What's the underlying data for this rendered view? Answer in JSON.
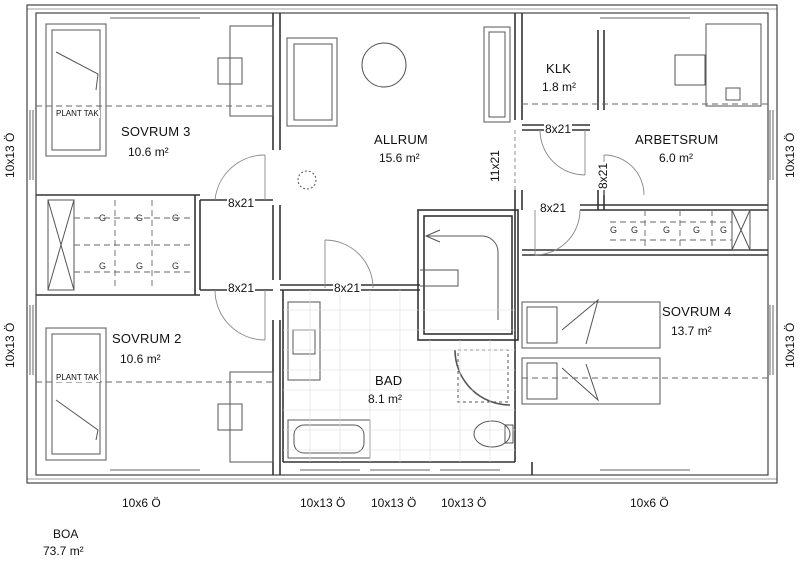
{
  "rooms": {
    "sovrum3": {
      "name": "SOVRUM 3",
      "area": "10.6 m²"
    },
    "sovrum2": {
      "name": "SOVRUM 2",
      "area": "10.6 m²"
    },
    "allrum": {
      "name": "ALLRUM",
      "area": "15.6 m²"
    },
    "klk": {
      "name": "KLK",
      "area": "1.8 m²"
    },
    "arbetsrum": {
      "name": "ARBETSRUM",
      "area": "6.0 m²"
    },
    "sovrum4": {
      "name": "SOVRUM 4",
      "area": "13.7 m²"
    },
    "bad": {
      "name": "BAD",
      "area": "8.1 m²"
    }
  },
  "doors": {
    "d1": "8x21",
    "d2": "8x21",
    "d3": "8x21",
    "d4": "11x21",
    "d5": "8x21",
    "d6": "8x21",
    "d7": "8x21"
  },
  "windows": {
    "left_top": "10x13 Ö",
    "left_bottom": "10x13 Ö",
    "right_top": "10x13 Ö",
    "right_bottom": "10x13 Ö",
    "bottom_1": "10x6 Ö",
    "bottom_2": "10x13 Ö",
    "bottom_3": "10x13 Ö",
    "bottom_4": "10x13 Ö",
    "bottom_5": "10x6 Ö"
  },
  "plant_tak": [
    "PLANT TAK",
    "PLANT TAK"
  ],
  "storage_marks": [
    "G",
    "G",
    "G",
    "G",
    "G",
    "G",
    "G",
    "G",
    "G",
    "G",
    "G"
  ],
  "summary": {
    "label": "BOA",
    "area": "73.7 m²"
  }
}
